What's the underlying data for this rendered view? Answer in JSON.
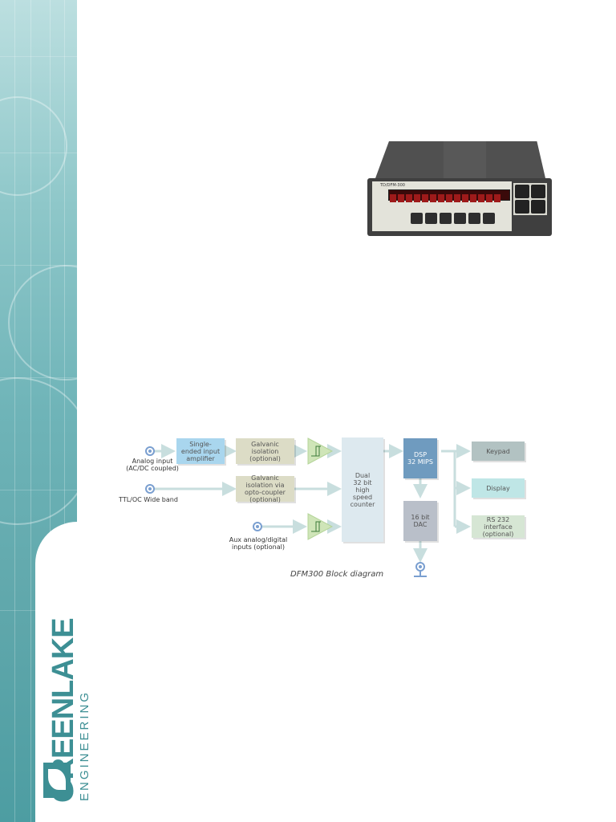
{
  "brand": {
    "name": "GREENLAKE",
    "tagline": "ENGINEERING"
  },
  "device": {
    "model_label": "TD/DFM-300"
  },
  "diagram": {
    "caption": "DFM300 Block diagram",
    "inputs": {
      "analog": "Analog input\n(AC/DC coupled)",
      "ttl": "TTL/OC Wide band",
      "aux": "Aux analog/digital\ninputs (optional)"
    },
    "blocks": {
      "amplifier": "Single-\nended input\namplifier",
      "galvanic1": "Galvanic\nisolation\n(optional)",
      "galvanic2": "Galvanic\nisolation via\nopto-coupler\n(optional)",
      "counter": "Dual\n32 bit\nhigh\nspeed\ncounter",
      "dsp": "DSP\n32 MIPS",
      "dac": "16 bit\nDAC",
      "keypad": "Keypad",
      "display": "Display",
      "rs232": "RS 232\ninterface\n(optional)"
    },
    "colors": {
      "amplifier": "#a9d6ee",
      "galvanic": "#dcdcc6",
      "counter": "#dde9ef",
      "dsp": "#6f9bbf",
      "dac": "#b9bfc9",
      "keypad": "#b2c2c2",
      "display": "#bfe6e6",
      "rs232": "#d6e6d4",
      "triangle": "#cfe5b8",
      "arrow": "#c8dede",
      "connector": "#7a9fd0"
    }
  }
}
